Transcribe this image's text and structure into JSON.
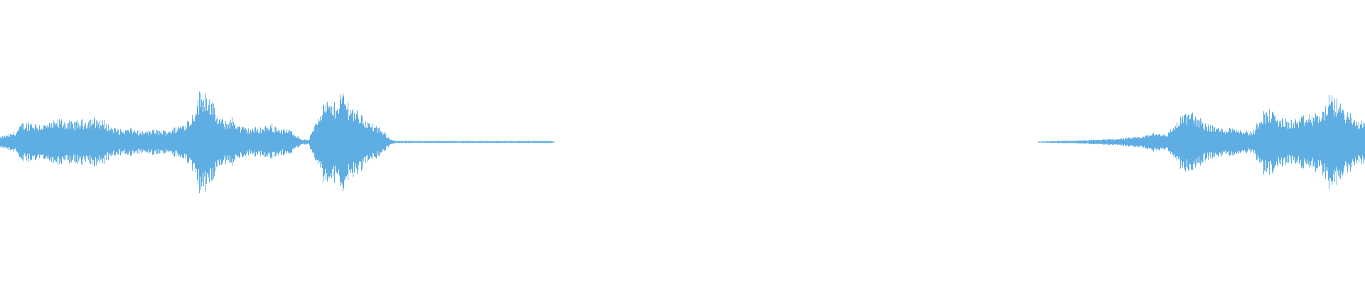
{
  "waveform": {
    "color": "#5faee3",
    "background": "#ffffff",
    "duration_fraction_segments": [
      {
        "start": 0.0,
        "end": 0.286,
        "level": "loud"
      },
      {
        "start": 0.286,
        "end": 0.405,
        "level": "faint"
      },
      {
        "start": 0.405,
        "end": 0.76,
        "level": "silence"
      },
      {
        "start": 0.76,
        "end": 0.855,
        "level": "rising"
      },
      {
        "start": 0.855,
        "end": 1.0,
        "level": "loud"
      }
    ],
    "envelope": [
      [
        0.0,
        0.1
      ],
      [
        0.006,
        0.14
      ],
      [
        0.012,
        0.22
      ],
      [
        0.016,
        0.36
      ],
      [
        0.022,
        0.4
      ],
      [
        0.03,
        0.34
      ],
      [
        0.036,
        0.36
      ],
      [
        0.044,
        0.44
      ],
      [
        0.052,
        0.38
      ],
      [
        0.06,
        0.42
      ],
      [
        0.068,
        0.48
      ],
      [
        0.076,
        0.4
      ],
      [
        0.081,
        0.3
      ],
      [
        0.088,
        0.24
      ],
      [
        0.096,
        0.26
      ],
      [
        0.104,
        0.2
      ],
      [
        0.112,
        0.24
      ],
      [
        0.12,
        0.22
      ],
      [
        0.128,
        0.28
      ],
      [
        0.134,
        0.36
      ],
      [
        0.14,
        0.5
      ],
      [
        0.146,
        0.95
      ],
      [
        0.152,
        1.0
      ],
      [
        0.158,
        0.55
      ],
      [
        0.164,
        0.4
      ],
      [
        0.17,
        0.46
      ],
      [
        0.176,
        0.3
      ],
      [
        0.182,
        0.26
      ],
      [
        0.19,
        0.28
      ],
      [
        0.198,
        0.34
      ],
      [
        0.206,
        0.26
      ],
      [
        0.214,
        0.22
      ],
      [
        0.22,
        0.06
      ],
      [
        0.226,
        0.04
      ],
      [
        0.232,
        0.5
      ],
      [
        0.238,
        0.8
      ],
      [
        0.244,
        0.7
      ],
      [
        0.25,
        0.98
      ],
      [
        0.256,
        0.74
      ],
      [
        0.262,
        0.6
      ],
      [
        0.27,
        0.38
      ],
      [
        0.278,
        0.26
      ],
      [
        0.286,
        0.06
      ],
      [
        0.29,
        0.02
      ],
      [
        0.405,
        0.02
      ],
      [
        0.406,
        0.0
      ],
      [
        0.76,
        0.0
      ],
      [
        0.761,
        0.01
      ],
      [
        0.79,
        0.03
      ],
      [
        0.815,
        0.06
      ],
      [
        0.835,
        0.1
      ],
      [
        0.845,
        0.18
      ],
      [
        0.855,
        0.16
      ],
      [
        0.862,
        0.4
      ],
      [
        0.868,
        0.58
      ],
      [
        0.874,
        0.56
      ],
      [
        0.88,
        0.42
      ],
      [
        0.888,
        0.32
      ],
      [
        0.896,
        0.26
      ],
      [
        0.904,
        0.3
      ],
      [
        0.912,
        0.22
      ],
      [
        0.918,
        0.2
      ],
      [
        0.924,
        0.58
      ],
      [
        0.93,
        0.62
      ],
      [
        0.936,
        0.5
      ],
      [
        0.944,
        0.4
      ],
      [
        0.952,
        0.46
      ],
      [
        0.96,
        0.52
      ],
      [
        0.968,
        0.58
      ],
      [
        0.974,
        0.88
      ],
      [
        0.98,
        0.8
      ],
      [
        0.986,
        0.62
      ],
      [
        0.992,
        0.44
      ],
      [
        1.0,
        0.4
      ]
    ]
  }
}
